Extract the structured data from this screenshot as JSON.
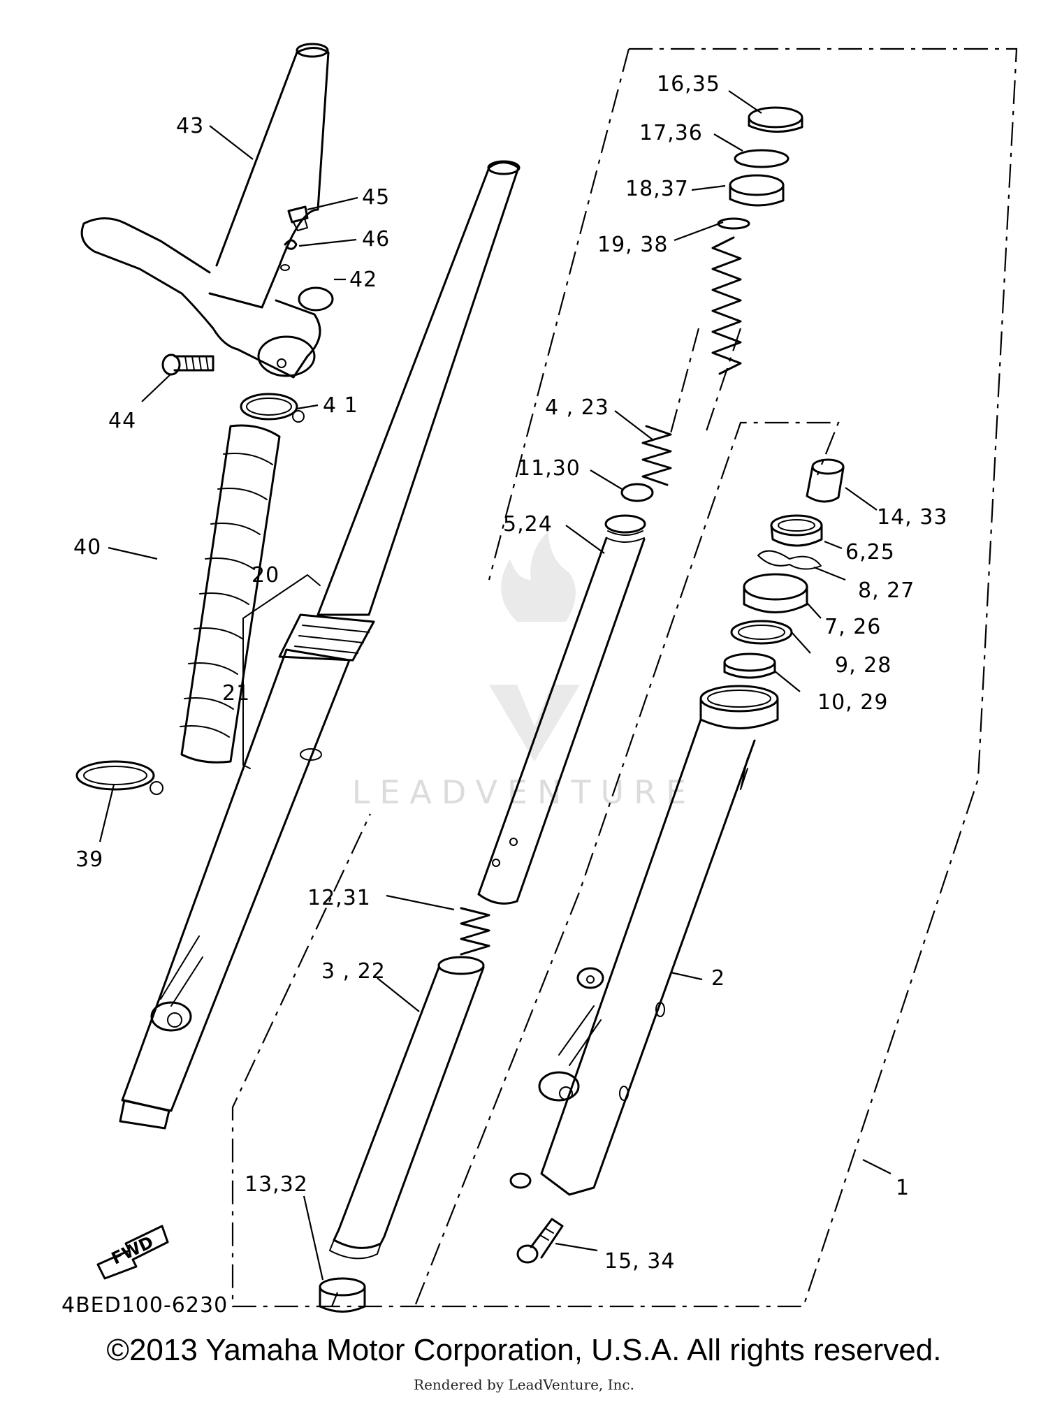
{
  "callouts": {
    "c1": "1",
    "c2": "2",
    "c3_22": "3 , 22",
    "c4_23": "4 , 23",
    "c5_24": "5,24",
    "c6_25": "6,25",
    "c7_26": "7, 26",
    "c8_27": "8, 27",
    "c9_28": "9, 28",
    "c10_29": "10, 29",
    "c11_30": "11,30",
    "c12_31": "12,31",
    "c13_32": "13,32",
    "c14_33": "14, 33",
    "c15_34": "15, 34",
    "c16_35": "16,35",
    "c17_36": "17,36",
    "c18_37": "18,37",
    "c19_38": "19, 38",
    "c20": "20",
    "c21": "21",
    "c39": "39",
    "c40": "40",
    "c41": "4 1",
    "c42": "42",
    "c43": "43",
    "c44": "44",
    "c45": "45",
    "c46": "46"
  },
  "diagram_code": "4BED100-6230",
  "fwd_label": "FWD",
  "watermark": "LEADVENTURE",
  "copyright": "©2013 Yamaha Motor Corporation, U.S.A. All rights reserved.",
  "rendered_by": "Rendered by LeadVenture, Inc."
}
